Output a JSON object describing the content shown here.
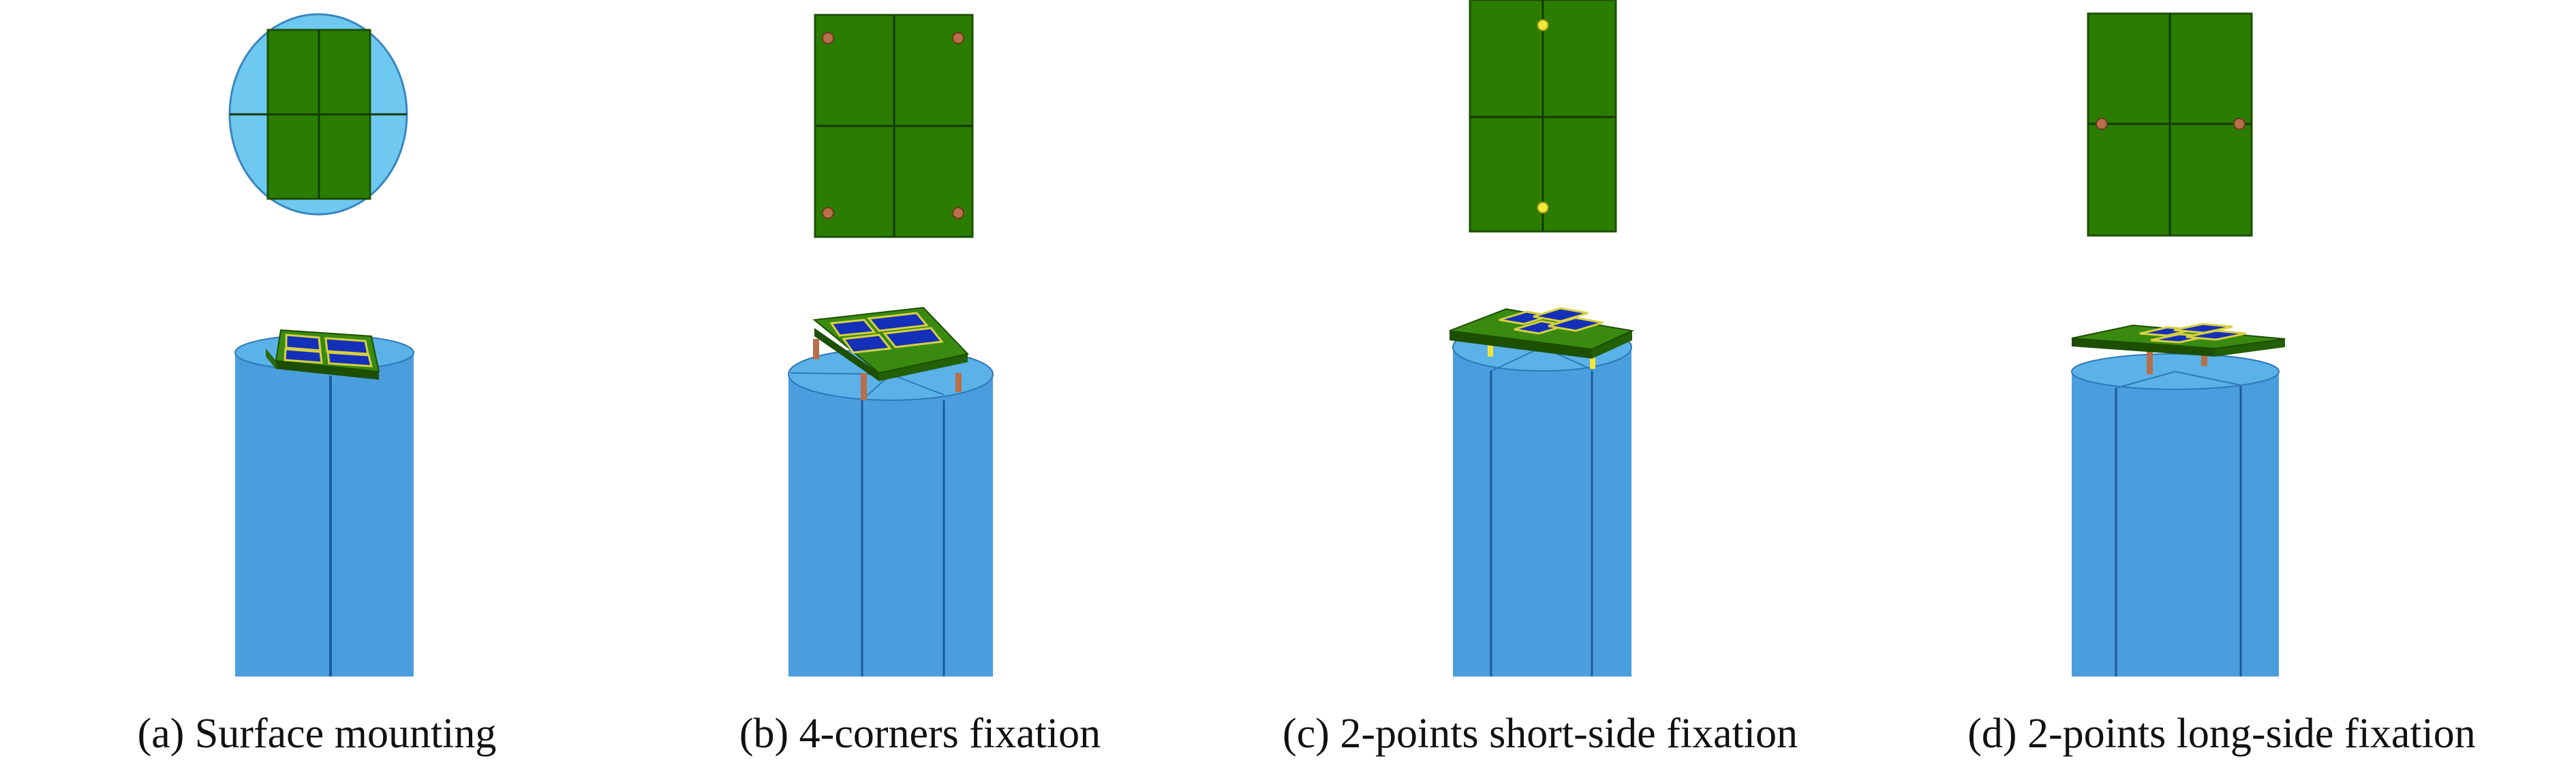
{
  "captions": {
    "a": "(a) Surface mounting",
    "b": "(b) 4-corners fixation",
    "c": "(c) 2-points short-side fixation",
    "d": "(d) 2-points long-side fixation"
  },
  "colors": {
    "board_green": "#2a7d00",
    "board_edge": "#1c4f00",
    "cylinder_blue": "#4a9ede",
    "cylinder_light": "#6ec8f0",
    "cell_blue": "#1530b8",
    "frame_yellow": "#d8d040",
    "fixation_brown": "#b8704a",
    "fixation_yellow": "#f0e838"
  }
}
